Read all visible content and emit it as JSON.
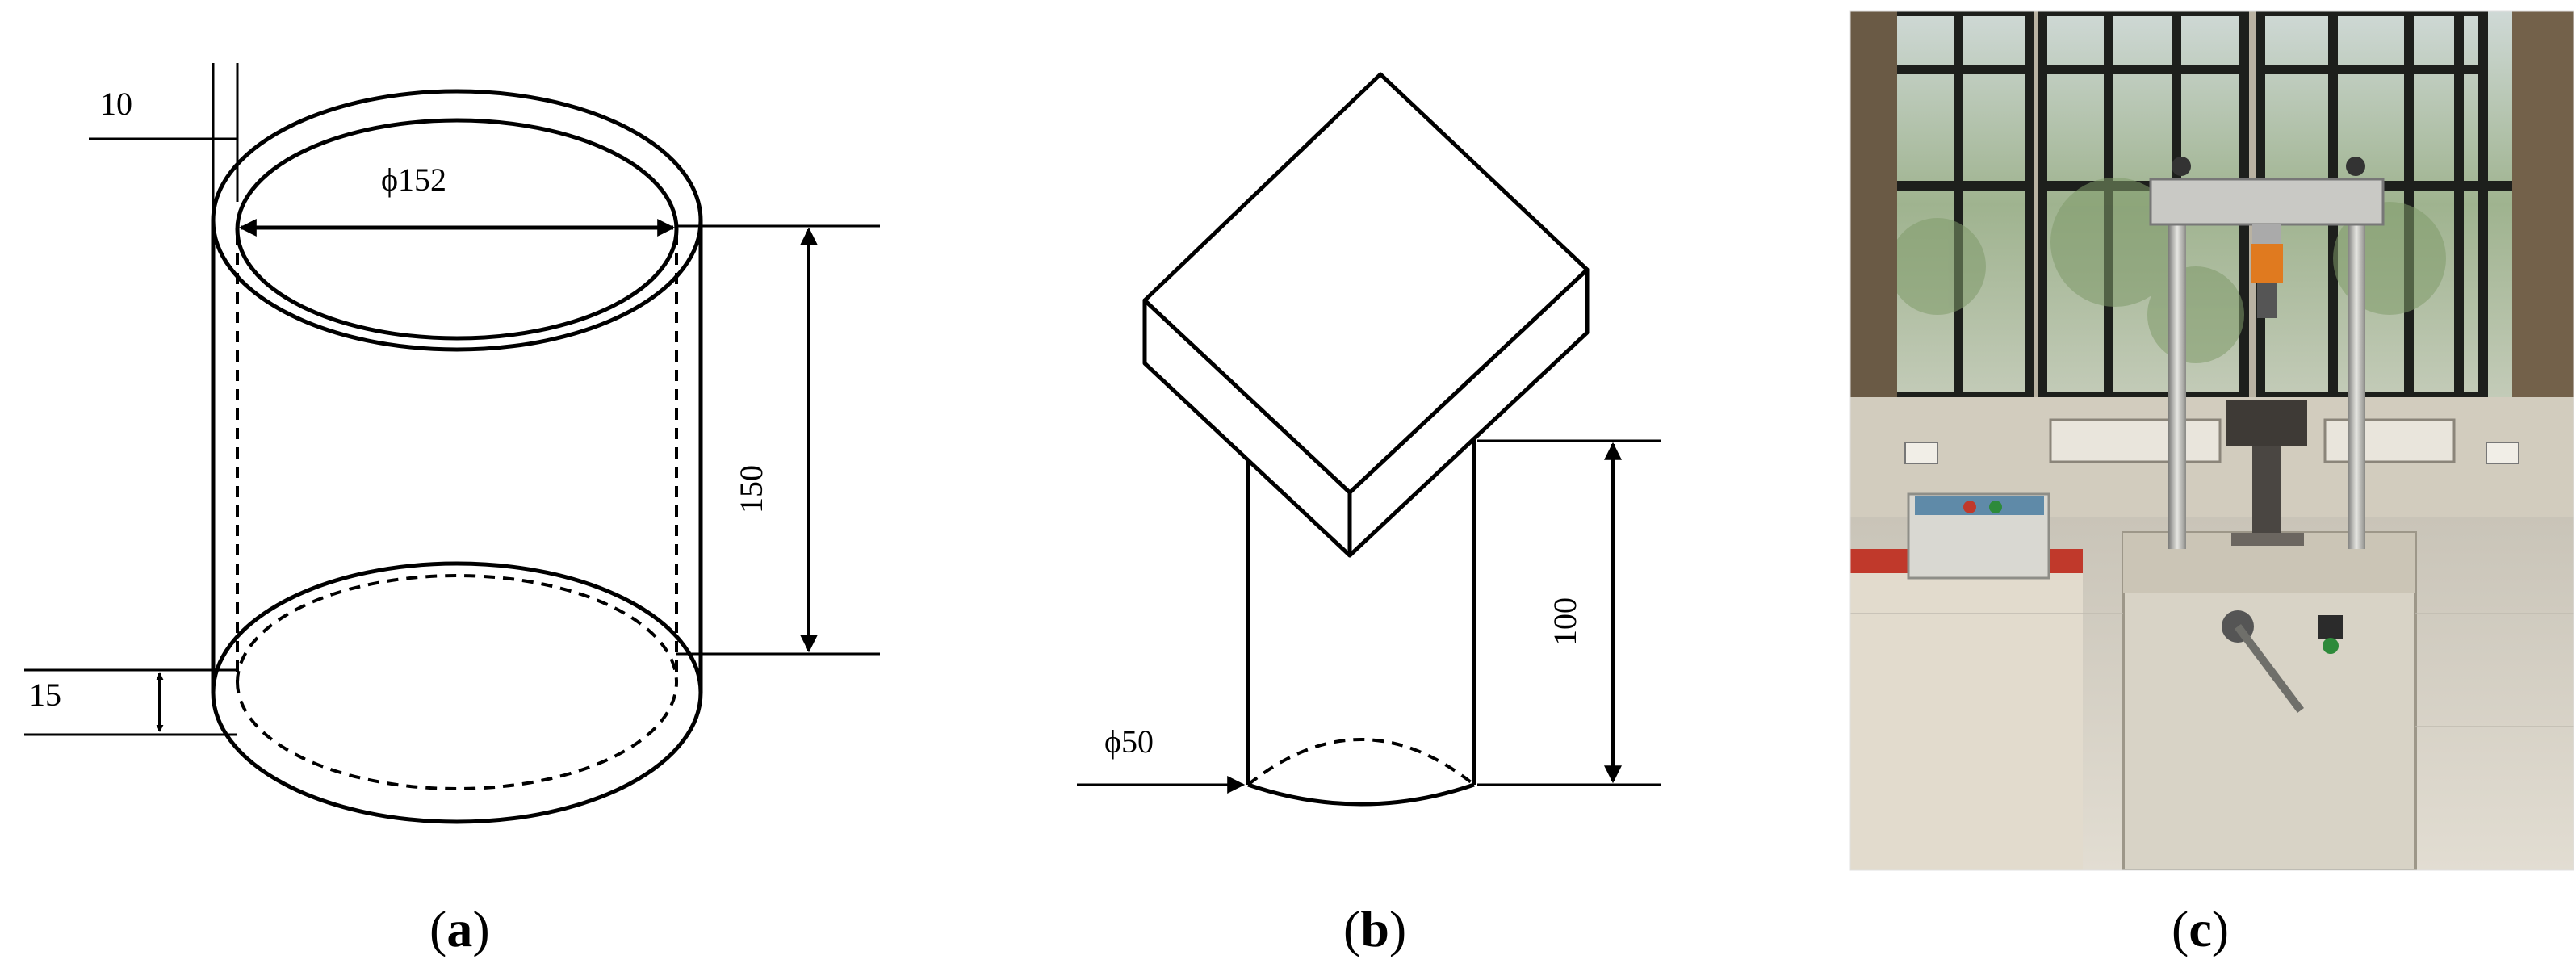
{
  "panel_a": {
    "labels": {
      "wall_thickness": "10",
      "diameter": "ϕ152",
      "height": "150",
      "base_thickness": "15"
    },
    "caption": {
      "open": "(",
      "letter": "a",
      "close": ")"
    }
  },
  "panel_b": {
    "labels": {
      "height": "100",
      "diameter": "ϕ50"
    },
    "caption": {
      "open": "(",
      "letter": "b",
      "close": ")"
    }
  },
  "panel_c": {
    "caption": {
      "open": "(",
      "letter": "c",
      "close": ")"
    }
  }
}
